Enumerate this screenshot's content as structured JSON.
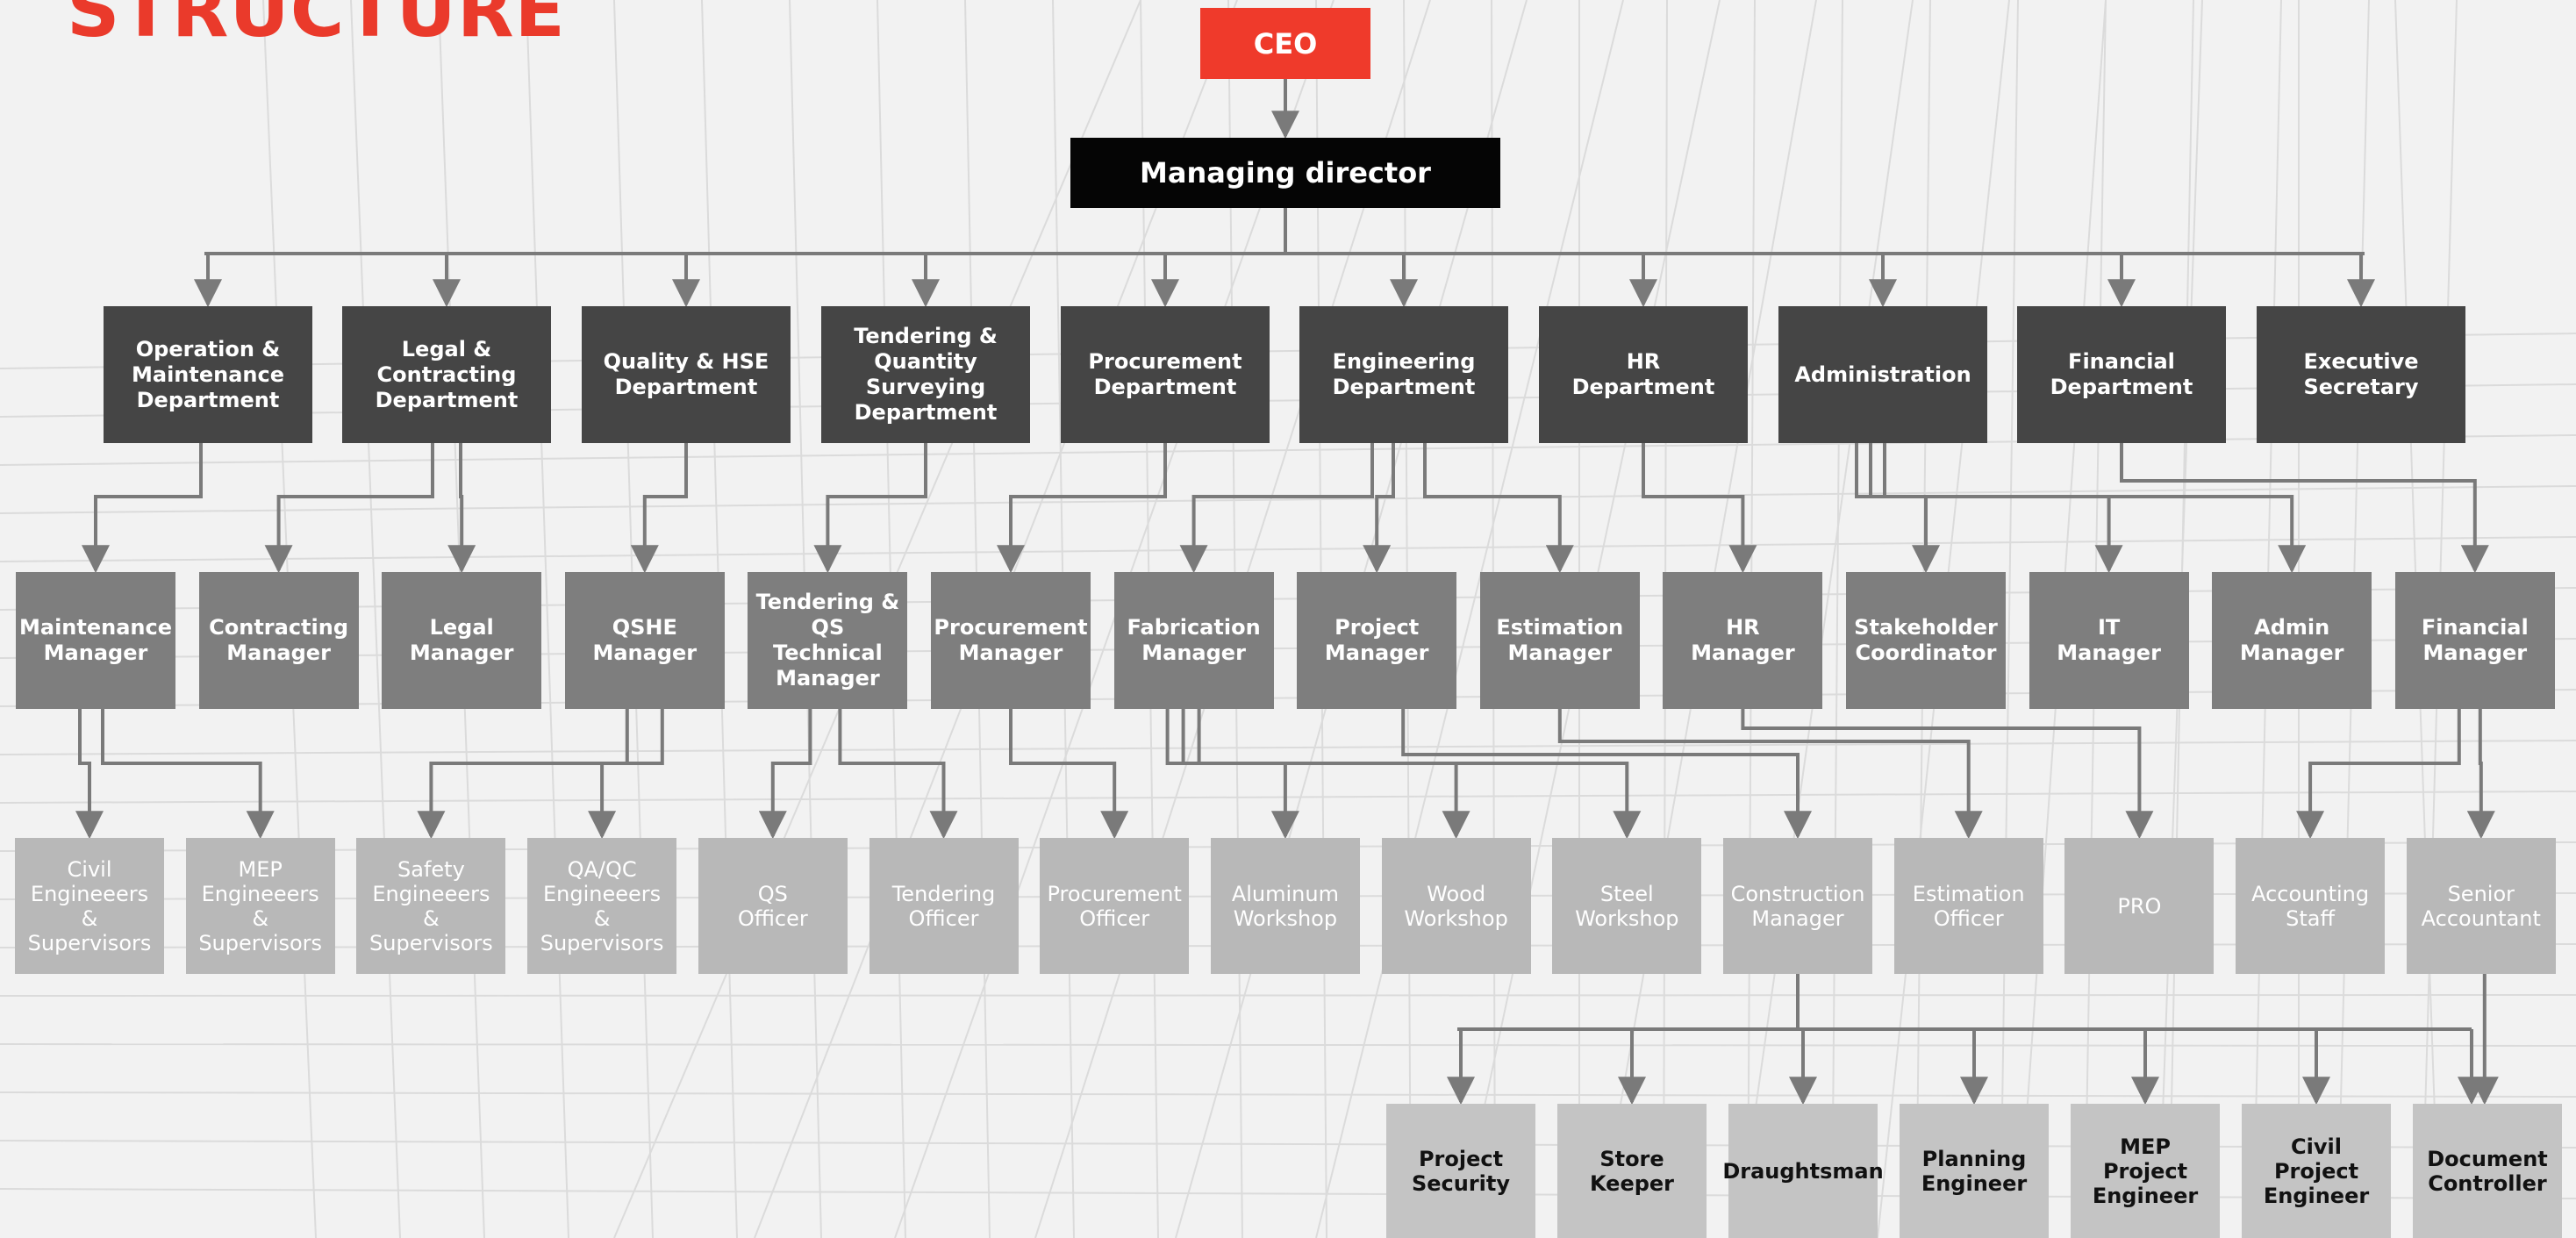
{
  "title": "STRUCTURE",
  "colors": {
    "accent": "#ef3a2b",
    "director": "#050505",
    "department": "#454545",
    "manager": "#7e7e7e",
    "staff": "#b8b8b8",
    "team": "#c4c4c4",
    "connector": "#7a7a7a"
  },
  "ceo": {
    "label": "CEO"
  },
  "managing_director": {
    "label": "Managing director"
  },
  "departments": [
    {
      "id": "ops",
      "label": "Operation &\nMaintenance\nDepartment"
    },
    {
      "id": "legal",
      "label": "Legal &\nContracting\nDepartment"
    },
    {
      "id": "quality",
      "label": "Quality & HSE\nDepartment"
    },
    {
      "id": "tendering",
      "label": "Tendering &\nQuantity Surveying\nDepartment"
    },
    {
      "id": "procurement",
      "label": "Procurement\nDepartment"
    },
    {
      "id": "engineering",
      "label": "Engineering\nDepartment"
    },
    {
      "id": "hr",
      "label": "HR\nDepartment"
    },
    {
      "id": "admin",
      "label": "Administration"
    },
    {
      "id": "financial",
      "label": "Financial\nDepartment"
    },
    {
      "id": "exec",
      "label": "Executive\nSecretary"
    }
  ],
  "managers": [
    {
      "id": "maint",
      "label": "Maintenance\nManager"
    },
    {
      "id": "contract",
      "label": "Contracting\nManager"
    },
    {
      "id": "legalmgr",
      "label": "Legal\nManager"
    },
    {
      "id": "qshe",
      "label": "QSHE\nManager"
    },
    {
      "id": "tqs",
      "label": "Tendering &\nQS Technical\nManager"
    },
    {
      "id": "procmgr",
      "label": "Procurement\nManager"
    },
    {
      "id": "fab",
      "label": "Fabrication\nManager"
    },
    {
      "id": "project",
      "label": "Project\nManager"
    },
    {
      "id": "estmgr",
      "label": "Estimation\nManager"
    },
    {
      "id": "hrmgr",
      "label": "HR\nManager"
    },
    {
      "id": "stake",
      "label": "Stakeholder\nCoordinator"
    },
    {
      "id": "it",
      "label": "IT\nManager"
    },
    {
      "id": "adminmgr",
      "label": "Admin\nManager"
    },
    {
      "id": "finmgr",
      "label": "Financial\nManager"
    }
  ],
  "staff": [
    {
      "id": "civil",
      "label": "Civil\nEngineeers &\nSupervisors"
    },
    {
      "id": "mep",
      "label": "MEP\nEngineeers &\nSupervisors"
    },
    {
      "id": "safety",
      "label": "Safety\nEngineeers &\nSupervisors"
    },
    {
      "id": "qaqc",
      "label": "QA/QC\nEngineeers &\nSupervisors"
    },
    {
      "id": "qso",
      "label": "QS\nOfficer"
    },
    {
      "id": "tendoff",
      "label": "Tendering\nOfficer"
    },
    {
      "id": "procoff",
      "label": "Procurement\nOfficer"
    },
    {
      "id": "alum",
      "label": "Aluminum\nWorkshop"
    },
    {
      "id": "wood",
      "label": "Wood\nWorkshop"
    },
    {
      "id": "steel",
      "label": "Steel\nWorkshop"
    },
    {
      "id": "constr",
      "label": "Construction\nManager"
    },
    {
      "id": "estoff",
      "label": "Estimation\nOfficer"
    },
    {
      "id": "pro",
      "label": "PRO"
    },
    {
      "id": "acct",
      "label": "Accounting\nStaff"
    },
    {
      "id": "senacct",
      "label": "Senior\nAccountant"
    }
  ],
  "site_team": [
    {
      "id": "psec",
      "label": "Project\nSecurity"
    },
    {
      "id": "store",
      "label": "Store\nKeeper"
    },
    {
      "id": "draught",
      "label": "Draughtsman"
    },
    {
      "id": "planeng",
      "label": "Planning\nEngineer"
    },
    {
      "id": "mepeng",
      "label": "MEP\nProject\nEngineer"
    },
    {
      "id": "civeng",
      "label": "Civil\nProject\nEngineer"
    },
    {
      "id": "doccon",
      "label": "Document\nController"
    }
  ]
}
